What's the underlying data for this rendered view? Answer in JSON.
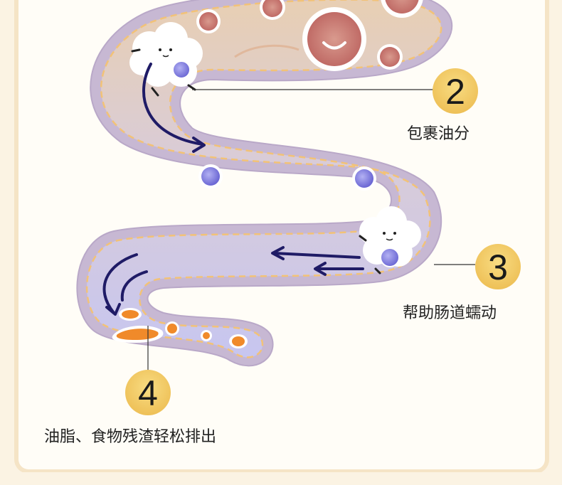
{
  "steps": [
    {
      "number": "2",
      "label": "包裹油分"
    },
    {
      "number": "3",
      "label": "帮助肠道蠕动"
    },
    {
      "number": "4",
      "label": "油脂、食物残渣轻松排出"
    }
  ],
  "colors": {
    "intestine_outer": "#c9b7c8",
    "intestine_inner_top": "#e7ccb0",
    "intestine_inner_bottom": "#c9c6ef",
    "dash": "#f2c277",
    "arrow": "#1f1b66",
    "badge_fill": "#f3ca63",
    "fat_droplet": "#f08a2a",
    "bubble_blue": "#7b78db",
    "bubble_red": "#c97a72",
    "background": "#fbf3e3"
  },
  "icons": [
    "fiber-cloud-character",
    "oil-bubble",
    "fat-droplet",
    "motion-arrow"
  ]
}
